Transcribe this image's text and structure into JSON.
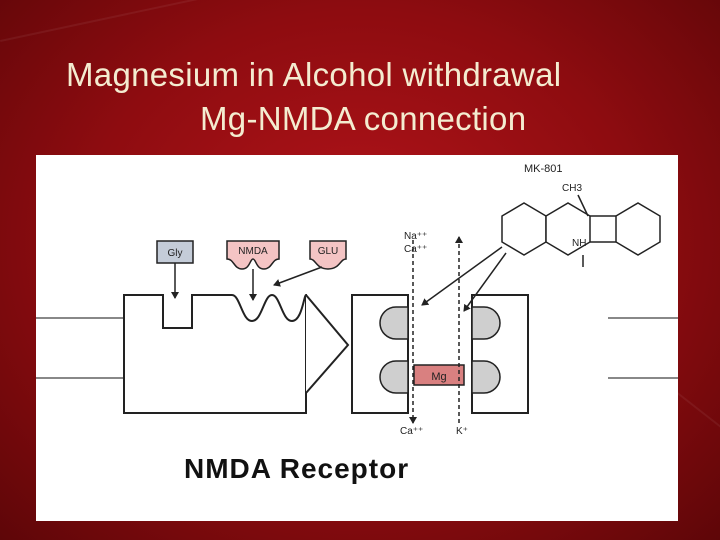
{
  "slide": {
    "title_line1": "Magnesium in Alcohol withdrawal",
    "title_line2": "Mg-NMDA connection"
  },
  "diagram": {
    "caption": "NMDA Receptor",
    "compound_label": "MK-801",
    "methyl_label": "CH3",
    "amine_label": "NH",
    "ligands": [
      "Gly",
      "NMDA",
      "GLU"
    ],
    "ions_in_na": "Na⁺⁺",
    "ions_in_ca": "Ca⁺⁺",
    "ions_out_ca": "Ca⁺⁺",
    "ions_out_k": "K⁺",
    "blocker_label": "Mg",
    "colors": {
      "gly_fill": "#c4ccd8",
      "nmda_fill": "#f4c4c4",
      "glu_fill": "#f4c4c4",
      "mg_fill": "#d98080",
      "pore_fill": "#cfcfcf"
    }
  }
}
